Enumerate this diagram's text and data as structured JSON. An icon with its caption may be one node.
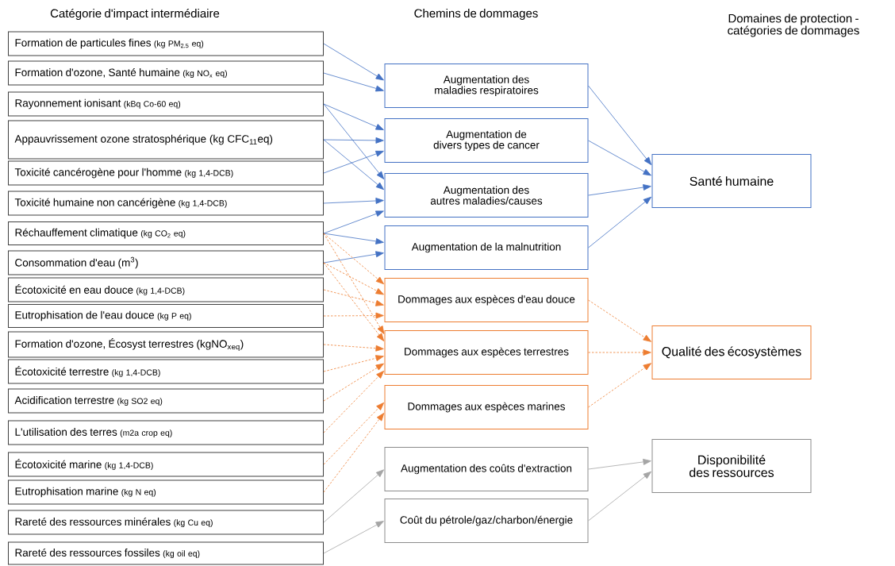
{
  "diagram": {
    "nodes": [
      {
        "text": [
          "Formation de particules fines",
          "(kg PM$_{2.5}$ eq)"
        ]
      },
      {
        "text": [
          "Formation d'ozone, Santé humaine",
          "(kg NO$_{x}$ eq)"
        ]
      },
      {
        "text": [
          "Rayonnement ionisant",
          "(kBq Co-60 eq)"
        ]
      },
      {
        "text": [
          "Appauvrissement ozone stratosphérique",
          "(kg CFC$_{11}$eq)"
        ]
      },
      {
        "text": [
          "Toxicité cancérogène pour l'homme",
          "(kg 1,4-DCB)"
        ]
      },
      {
        "text": [
          "Toxicité humaine non cancérigène",
          "(kg 1,4-DCB)"
        ]
      },
      {
        "text": [
          "Réchauffement climatique",
          "(kg CO$_{2}$ eq)"
        ]
      },
      {
        "text": [
          "Consommation d'eau",
          "(m$^{3}$)"
        ]
      },
      {
        "text": [
          "Écotoxicité en eau douce",
          "(kg 1,4-DCB)"
        ]
      },
      {
        "text": [
          "Eutrophisation de l'eau douce",
          "(kg P eq)"
        ]
      },
      {
        "text": [
          "Formation d'ozone, Écosyst terrestres",
          "(kgNO$_{x}$$_{eq}$)"
        ]
      },
      {
        "text": [
          "Écotoxicité terrestre",
          "(kg 1,4-DCB)"
        ]
      },
      {
        "text": [
          "Acidification terrestre",
          "(kg SO2 eq)"
        ]
      },
      {
        "text": [
          "L'utilisation des terres",
          "(m2a crop eq)"
        ]
      },
      {
        "text": [
          "Écotoxicité marine",
          "(kg 1,4-DCB)"
        ]
      },
      {
        "text": [
          "Eutrophisation marine",
          "(kg N eq)"
        ]
      },
      {
        "text": [
          "Rareté des ressources minérales",
          "(kg Cu eq)"
        ]
      },
      {
        "text": [
          "Rareté des ressources fossiles",
          "(kg oil eq)"
        ]
      },
      {
        "text": [
          "Augmentation des maladies respiratoires"
        ]
      },
      {
        "text": [
          "Augmentation de divers types de cancer"
        ]
      },
      {
        "text": [
          "Augmentation des autres maladies/causes"
        ]
      },
      {
        "text": [
          "Augmentation de la malnutrition"
        ]
      },
      {
        "text": [
          "Dommages aux espèces d'eau douce"
        ]
      },
      {
        "text": [
          "Dommages aux espèces terrestres"
        ]
      },
      {
        "text": [
          "Dommages aux espèces marines"
        ]
      },
      {
        "text": [
          "Augmentation des coûts d'extraction"
        ]
      },
      {
        "text": [
          "Coût du pétrole/gaz/charbon/énergie"
        ]
      },
      {
        "text": [
          "Santé humaine"
        ]
      },
      {
        "text": [
          "Qualité des écosystèmes"
        ]
      },
      {
        "text": [
          "Disponibilité des ressources"
        ]
      }
    ],
    "edges": [
      {
        "from": 0,
        "to": 18,
        "arrow": "to"
      },
      {
        "from": 1,
        "to": 18,
        "arrow": "to"
      },
      {
        "from": 2,
        "to": 19,
        "arrow": "to"
      },
      {
        "from": 2,
        "to": 20,
        "arrow": "to"
      },
      {
        "from": 3,
        "to": 19,
        "arrow": "to"
      },
      {
        "from": 3,
        "to": 20,
        "arrow": "to"
      },
      {
        "from": 4,
        "to": 19,
        "arrow": "to"
      },
      {
        "from": 5,
        "to": 20,
        "arrow": "to"
      },
      {
        "from": 6,
        "to": 20,
        "arrow": "to"
      },
      {
        "from": 6,
        "to": 21,
        "arrow": "to"
      },
      {
        "from": 7,
        "to": 21,
        "arrow": "to"
      },
      {
        "from": 6,
        "to": 22,
        "arrow": "to",
        "style": "dashed",
        "color": "#ed7d31"
      },
      {
        "from": 6,
        "to": 23,
        "arrow": "to",
        "style": "dashed",
        "color": "#ed7d31"
      },
      {
        "from": 7,
        "to": 22,
        "arrow": "to",
        "style": "dashed",
        "color": "#ed7d31"
      },
      {
        "from": 7,
        "to": 23,
        "arrow": "to",
        "style": "dashed",
        "color": "#ed7d31"
      },
      {
        "from": 8,
        "to": 22,
        "arrow": "to",
        "style": "dashed",
        "color": "#ed7d31"
      },
      {
        "from": 9,
        "to": 22,
        "arrow": "to",
        "style": "dashed",
        "color": "#ed7d31"
      },
      {
        "from": 10,
        "to": 23,
        "arrow": "to",
        "style": "dashed",
        "color": "#ed7d31"
      },
      {
        "from": 11,
        "to": 23,
        "arrow": "to",
        "style": "dashed",
        "color": "#ed7d31"
      },
      {
        "from": 12,
        "to": 23,
        "arrow": "to",
        "style": "dashed",
        "color": "#ed7d31"
      },
      {
        "from": 13,
        "to": 23,
        "arrow": "to",
        "style": "dashed",
        "color": "#ed7d31"
      },
      {
        "from": 14,
        "to": 24,
        "arrow": "to",
        "style": "dashed",
        "color": "#ed7d31"
      },
      {
        "from": 15,
        "to": 24,
        "arrow": "to",
        "style": "dashed",
        "color": "#ed7d31"
      },
      {
        "from": 16,
        "to": 25,
        "arrow": "to",
        "color": "#a5a5a5"
      },
      {
        "from": 17,
        "to": 26,
        "arrow": "to",
        "color": "#a5a5a5"
      },
      {
        "from": 18,
        "to": 27,
        "arrow": "to"
      },
      {
        "from": 19,
        "to": 27,
        "arrow": "to"
      },
      {
        "from": 20,
        "to": 27,
        "arrow": "to"
      },
      {
        "from": 21,
        "to": 27,
        "arrow": "to"
      },
      {
        "from": 22,
        "to": 28,
        "arrow": "to",
        "style": "dashed",
        "color": "#ed7d31"
      },
      {
        "from": 23,
        "to": 28,
        "arrow": "to",
        "style": "dashed",
        "color": "#ed7d31"
      },
      {
        "from": 24,
        "to": 28,
        "arrow": "to",
        "style": "dashed",
        "color": "#ed7d31"
      },
      {
        "from": 25,
        "to": 29,
        "arrow": "to",
        "color": "#a5a5a5"
      },
      {
        "from": 26,
        "to": 29,
        "arrow": "to",
        "color": "#a5a5a5"
      }
    ],
    "labels": [
      "Catégorie d'impact intermédiaire",
      "Chemins de dommages",
      "Domaines de protection - catégories de dommages"
    ]
  }
}
